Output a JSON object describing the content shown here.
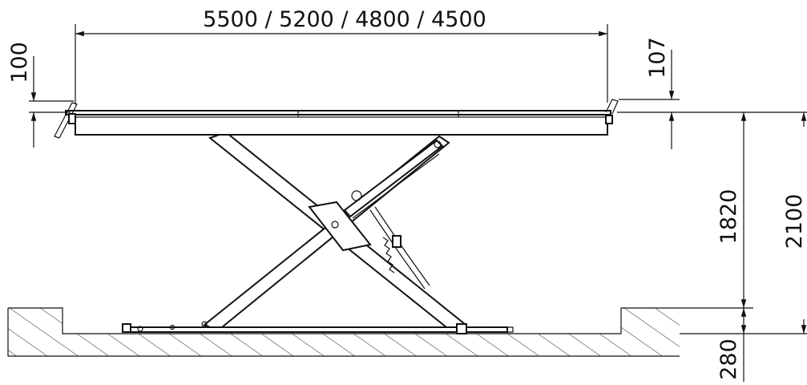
{
  "dimensions": {
    "overall_length": "5500 / 5200 / 4800 / 4500",
    "platform_thickness_left": "100",
    "platform_thickness_right": "107",
    "lift_height": "1820",
    "total_height": "2100",
    "pit_depth": "280"
  }
}
